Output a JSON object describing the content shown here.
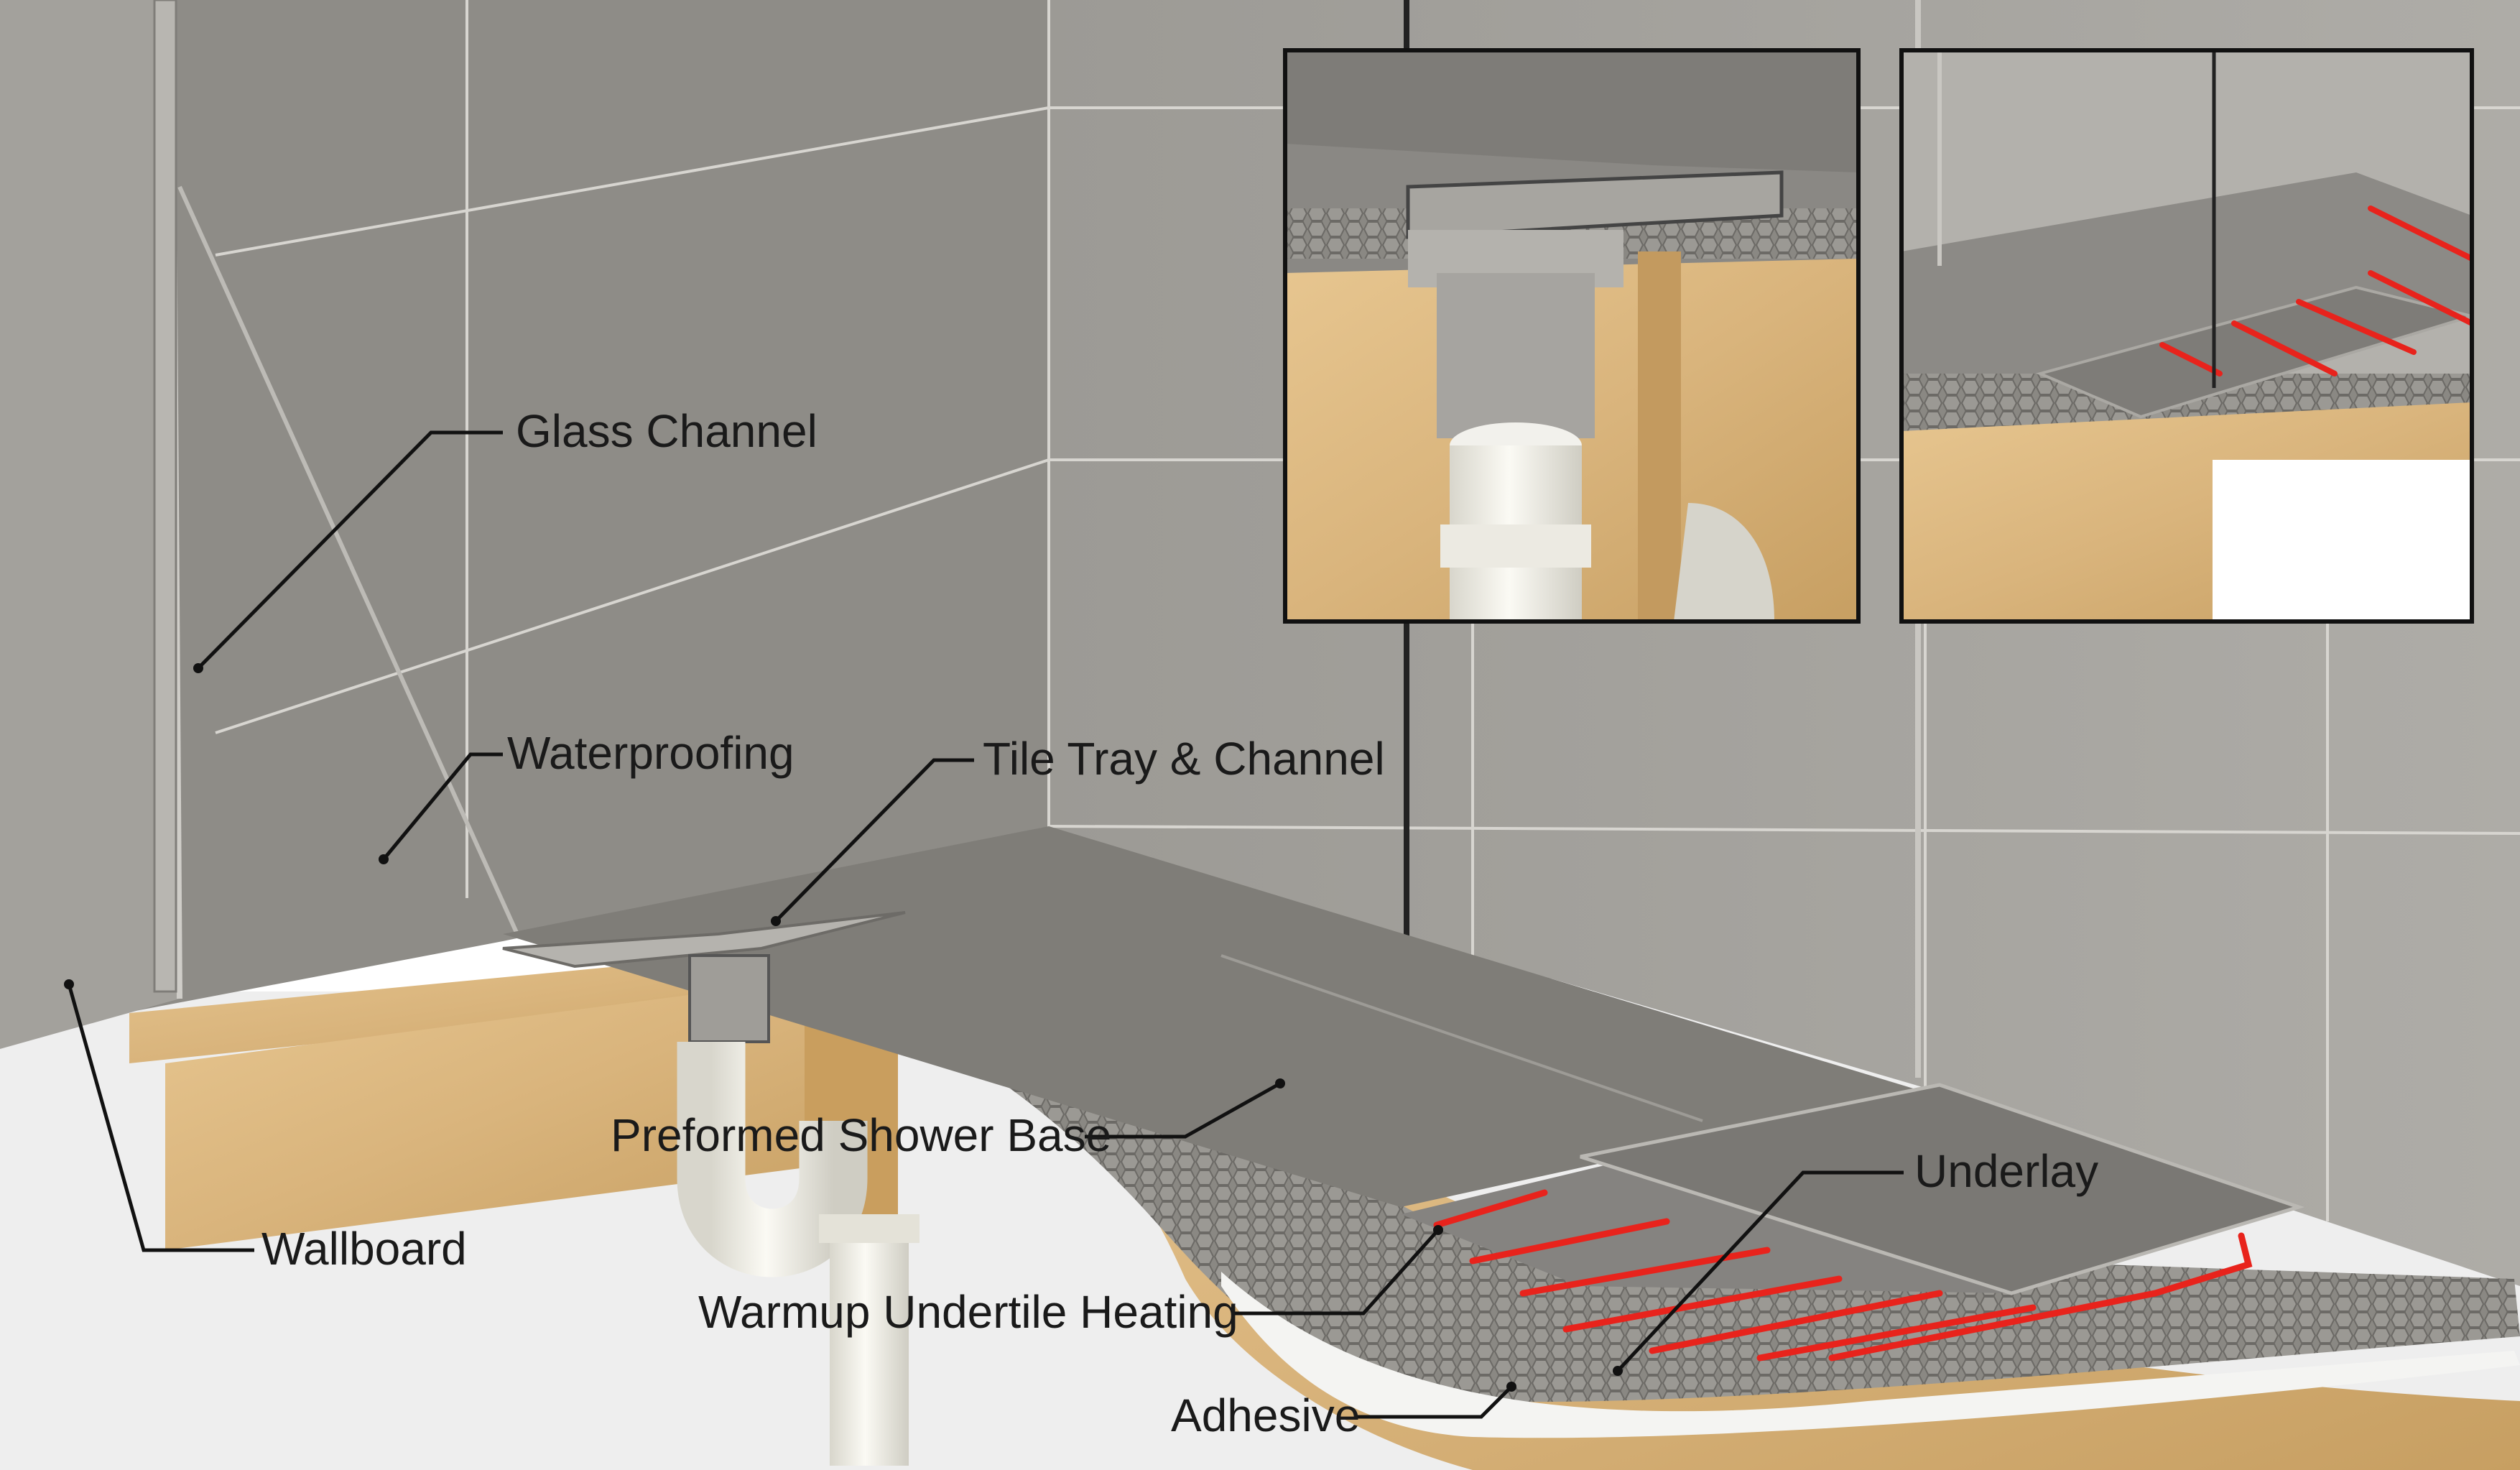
{
  "labels": {
    "glass_channel": "Glass Channel",
    "waterproofing": "Waterproofing",
    "tile_tray_channel": "Tile Tray & Channel",
    "preformed_shower_base": "Preformed Shower Base",
    "underlay": "Underlay",
    "wallboard": "Wallboard",
    "warmup_heating": "Warmup Undertile Heating",
    "adhesive": "Adhesive"
  },
  "colors": {
    "tile": "#8f8d88",
    "wall_tile": "#a9a7a2",
    "wood": "#d9b47c",
    "heating_wire": "#e8231c",
    "inset_border": "#111111",
    "pipe": "#f1efe6",
    "mesh": "#6f6d69"
  }
}
